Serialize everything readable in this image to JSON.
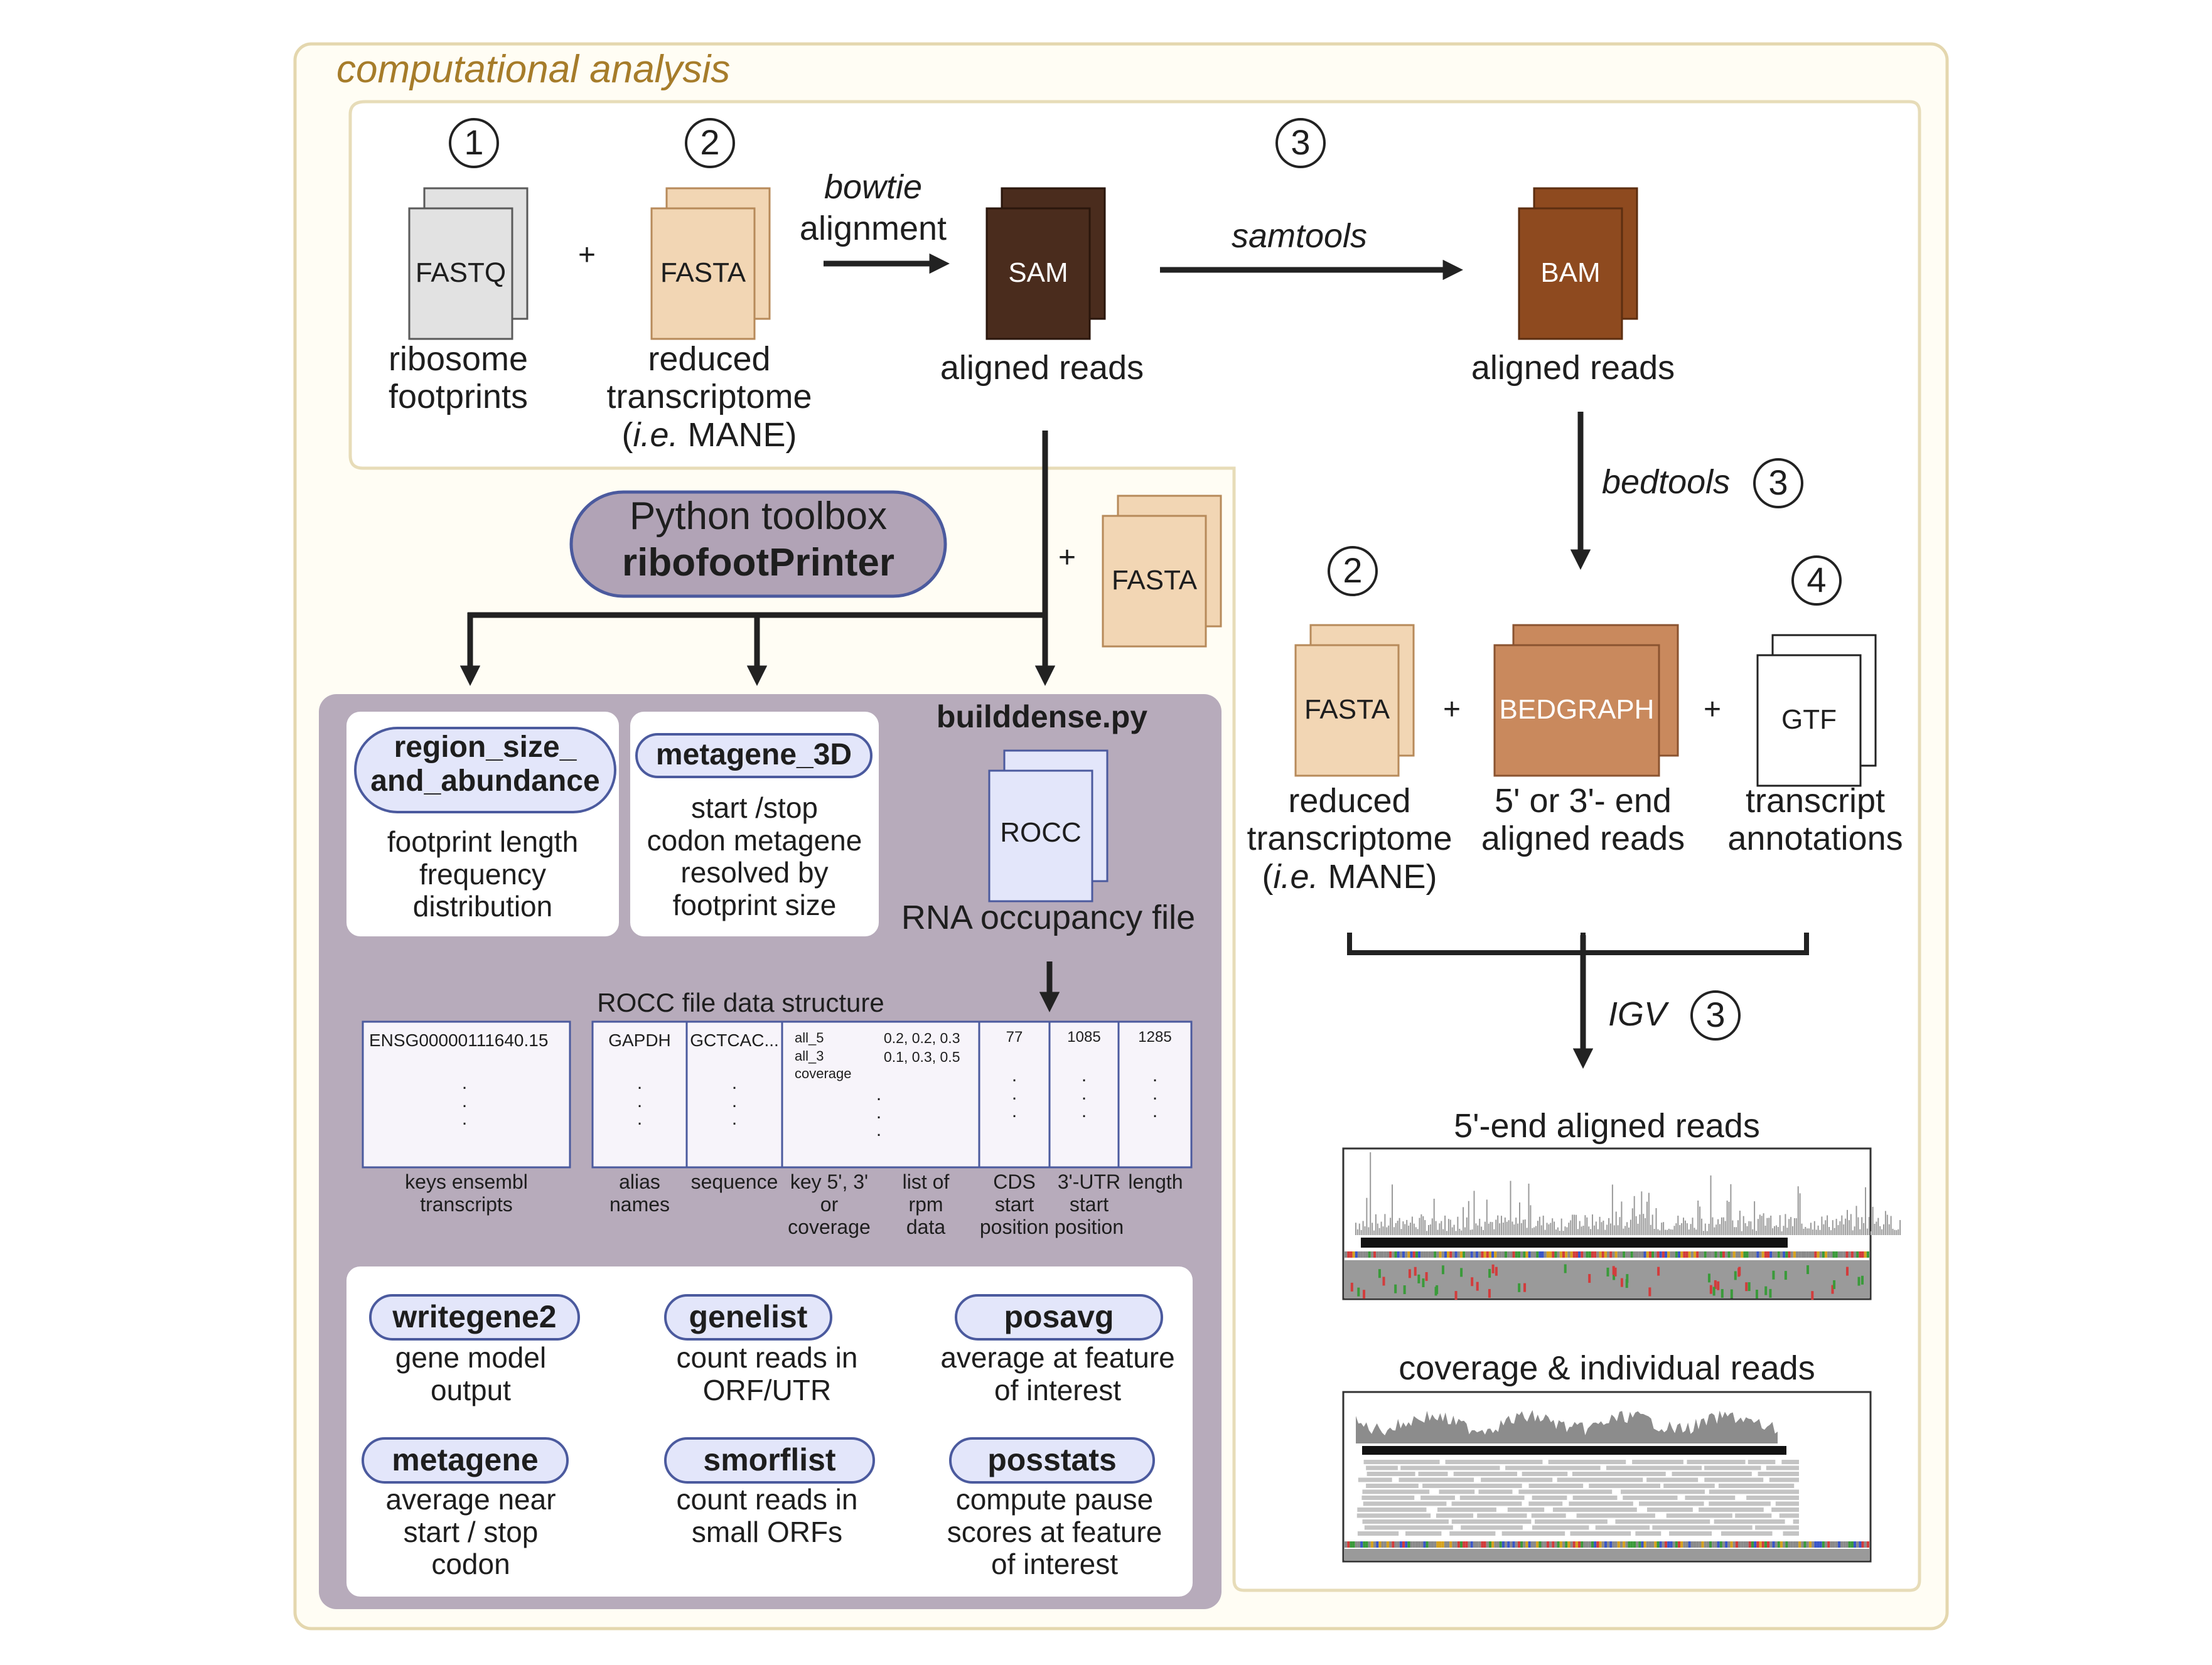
{
  "section_title": "computational analysis",
  "steps": {
    "s1": "1",
    "s2": "2",
    "s3": "3",
    "s3_bedtools": "3",
    "s2_lower": "2",
    "s4": "4",
    "s3_igv": "3"
  },
  "files": {
    "fastq": {
      "label": "FASTQ",
      "caption": [
        "ribosome",
        "footprints"
      ]
    },
    "fasta_ref": {
      "label": "FASTA",
      "caption": [
        "reduced",
        "transcriptome"
      ],
      "caption_ie": "i.e.",
      "caption_mane": " MANE)"
    },
    "sam": {
      "label": "SAM",
      "caption": "aligned reads"
    },
    "bam": {
      "label": "BAM",
      "caption": "aligned reads"
    },
    "fasta_toolbox": {
      "label": "FASTA"
    },
    "fasta_lower": {
      "label": "FASTA",
      "caption": [
        "reduced",
        "transcriptome"
      ],
      "caption_ie": "i.e.",
      "caption_mane": " MANE)"
    },
    "bedgraph": {
      "label": "BEDGRAPH",
      "caption": [
        "5' or 3'- end",
        "aligned reads"
      ]
    },
    "gtf": {
      "label": "GTF",
      "caption": [
        "transcript",
        "annotations"
      ]
    },
    "rocc": {
      "label": "ROCC",
      "caption": "RNA occupancy file"
    }
  },
  "operators": {
    "plus1": "+",
    "plus2": "+",
    "plus3": "+",
    "plus4": "+"
  },
  "tools": {
    "bowtie": "bowtie",
    "alignment": "alignment",
    "samtools": "samtools",
    "bedtools": "bedtools",
    "igv": "IGV"
  },
  "toolbox": {
    "line1": "Python toolbox",
    "line2": "ribofootPrinter",
    "builddense": "builddense.py"
  },
  "functions_top": [
    {
      "name": [
        "region_size_",
        "and_abundance"
      ],
      "desc": [
        "footprint length",
        "frequency",
        "distribution"
      ]
    },
    {
      "name": [
        "metagene_3D"
      ],
      "desc": [
        "start /stop",
        "codon metagene",
        "resolved by",
        "footprint size"
      ]
    }
  ],
  "rocc_structure": {
    "title": "ROCC file data structure",
    "cells": {
      "id": "ENSG00000111640.15",
      "alias": "GAPDH",
      "seq": "GCTCAC...",
      "keys": [
        "all_5",
        "all_3",
        "coverage"
      ],
      "rpm": [
        "0.2, 0.2, 0.3",
        "0.1, 0.3, 0.5"
      ],
      "cds": "77",
      "utr": "1085",
      "len": "1285"
    },
    "labels": {
      "id": [
        "keys ensembl",
        "transcripts"
      ],
      "alias": [
        "alias",
        "names"
      ],
      "seq": [
        "sequence"
      ],
      "keys": [
        "key 5', 3'",
        "or",
        "coverage"
      ],
      "rpm": [
        "list of",
        "rpm",
        "data"
      ],
      "cds": [
        "CDS",
        "start",
        "position"
      ],
      "utr": [
        "3'-UTR",
        "start",
        "position"
      ],
      "len": [
        "length"
      ]
    }
  },
  "functions_bottom": [
    {
      "name": "writegene2",
      "desc": [
        "gene model",
        "output"
      ]
    },
    {
      "name": "genelist",
      "desc": [
        "count reads in",
        "ORF/UTR"
      ]
    },
    {
      "name": "posavg",
      "desc": [
        "average at feature",
        "of interest"
      ]
    },
    {
      "name": "metagene",
      "desc": [
        "average near",
        "start / stop",
        "codon"
      ]
    },
    {
      "name": "smorflist",
      "desc": [
        "count reads in",
        "small ORFs"
      ]
    },
    {
      "name": "posstats",
      "desc": [
        "compute pause",
        "scores at feature",
        "of interest"
      ]
    }
  ],
  "igv_tracks": {
    "track1": "5'-end aligned reads",
    "track2": "coverage & individual reads"
  },
  "colors": {
    "outer_border": "#e4d7ae",
    "outer_fill": "#fffdf4",
    "title": "#a67c2a",
    "fastq": "#e2e2e2",
    "fasta": "#f2d6b4",
    "sam": "#4a2c1d",
    "bam": "#8e4a1f",
    "bedgraph": "#c9895d",
    "rocc": "#e3e6fa",
    "toolbox_fill": "#b1a3b6",
    "pill": "#e3e6fa"
  }
}
